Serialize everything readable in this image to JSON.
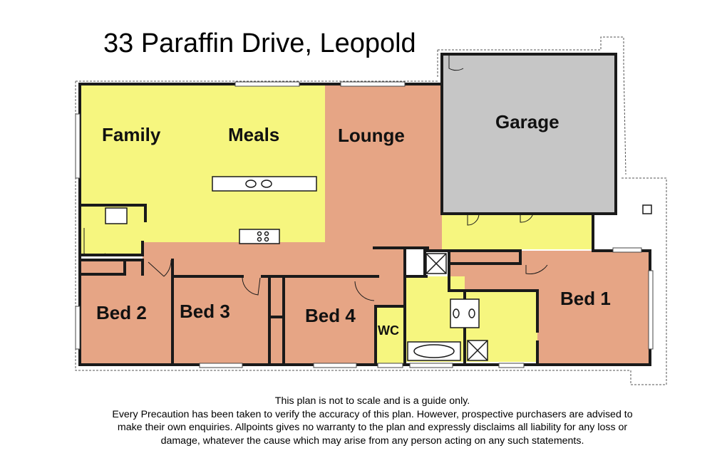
{
  "title": "33 Paraffin Drive, Leopold",
  "rooms": {
    "family": "Family",
    "meals": "Meals",
    "lounge": "Lounge",
    "garage": "Garage",
    "bed1": "Bed 1",
    "bed2": "Bed 2",
    "bed3": "Bed 3",
    "bed4": "Bed 4",
    "wc": "WC"
  },
  "disclaimer": [
    "This plan is not to scale and is a guide only.",
    "Every Precaution has been taken to verify the accuracy of this plan.  However, prospective purchasers are advised to",
    "make their own enquiries.  Allpoints gives no warranty to the plan and expressly disclaims all liability for any loss or",
    "damage, whatever the cause which may arise from any person acting on any such statements."
  ],
  "colors": {
    "living": "#f6f67f",
    "bedroom": "#e6a585",
    "garage": "#c6c6c6",
    "wall": "#1a1a1a"
  }
}
